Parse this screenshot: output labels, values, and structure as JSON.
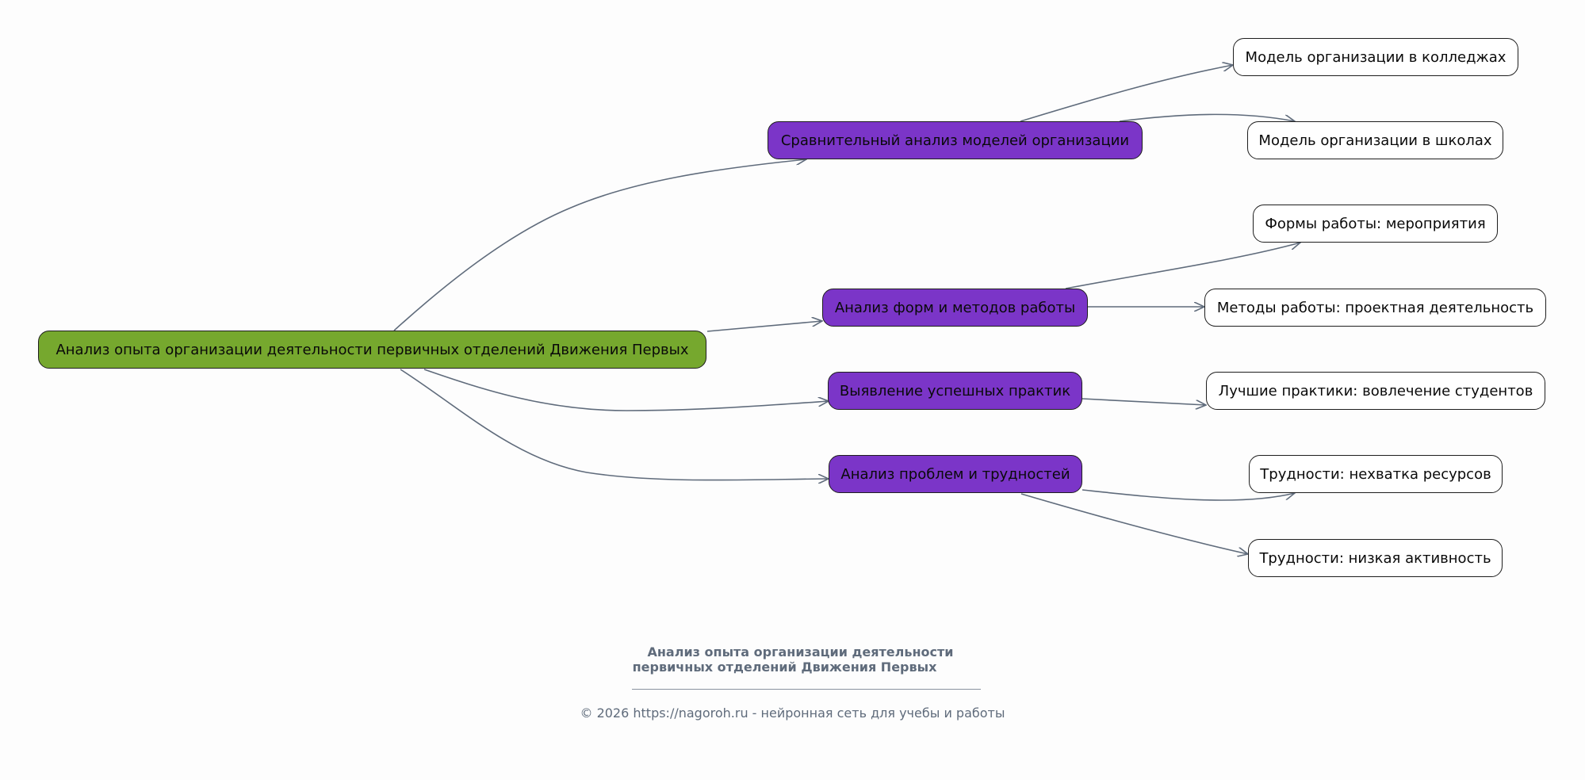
{
  "diagram": {
    "root": {
      "label": "Анализ опыта организации деятельности первичных отделений Движения Первых"
    },
    "branches": [
      {
        "label": "Сравнительный анализ моделей организации",
        "children": [
          "Модель организации в колледжах",
          "Модель организации в школах"
        ]
      },
      {
        "label": "Анализ форм и методов работы",
        "children": [
          "Формы работы: мероприятия",
          "Методы работы: проектная деятельность"
        ]
      },
      {
        "label": "Выявление успешных практик",
        "children": [
          "Лучшие практики: вовлечение студентов"
        ]
      },
      {
        "label": "Анализ проблем и трудностей",
        "children": [
          "Трудности: нехватка ресурсов",
          "Трудности: низкая активность"
        ]
      }
    ]
  },
  "caption": {
    "title_line1": "Анализ опыта организации деятельности",
    "title_line2": "первичных отделений Движения Первых",
    "footer": "© 2026 https://nagoroh.ru - нейронная сеть для учебы и работы"
  },
  "colors": {
    "root": "#76a82e",
    "branch": "#7b35c8",
    "leaf": "#ffffff",
    "edge": "#5f6b7b"
  }
}
